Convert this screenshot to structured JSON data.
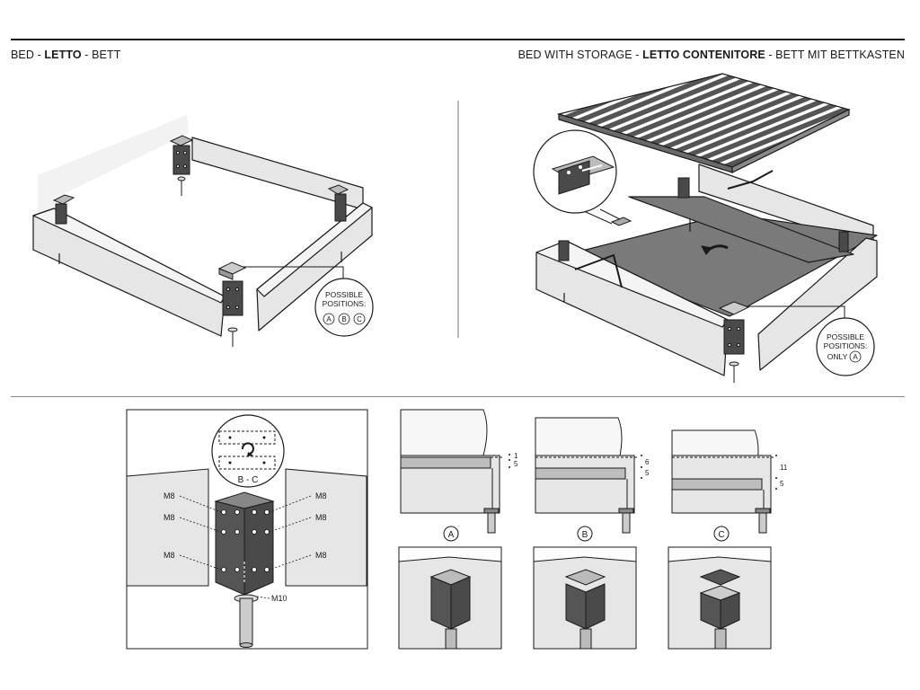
{
  "header_left": {
    "a": "BED - ",
    "b": "LETTO",
    "c": " - BETT"
  },
  "header_right": {
    "a": "BED WITH STORAGE - ",
    "b": "LETTO CONTENITORE",
    "c": " - BETT MIT BETTKASTEN"
  },
  "callout_left": {
    "line1": "POSSIBLE",
    "line2": "POSITIONS:",
    "a": "A",
    "b": "B",
    "c": "C"
  },
  "callout_right": {
    "line1": "POSSIBLE",
    "line2": "POSITIONS:",
    "line3": "ONLY",
    "a": "A"
  },
  "detail": {
    "rotate_label": "B - C",
    "m8": "M8",
    "m10": "M10"
  },
  "positions": [
    {
      "letter": "A",
      "dims": [
        "1",
        "5"
      ]
    },
    {
      "letter": "B",
      "dims": [
        "6",
        "5"
      ]
    },
    {
      "letter": "C",
      "dims": [
        "11",
        "5"
      ]
    }
  ],
  "colors": {
    "panel": "#e6e6e6",
    "outline": "#1a1a1a",
    "bracket": "#4a4a4a",
    "floor": "#7a7a7a"
  }
}
